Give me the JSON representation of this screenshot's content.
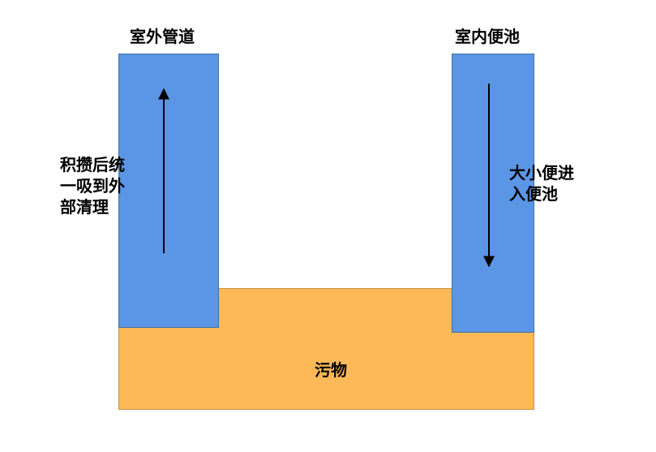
{
  "labels": {
    "outdoor_pipe": "室外管道",
    "indoor_tank": "室内便池",
    "waste": "污物",
    "left_note_lines": [
      "积攒后统",
      "一吸到外",
      "部清理"
    ],
    "right_note_lines": [
      "大小便进",
      "入便池"
    ]
  },
  "colors": {
    "pipe_fill": "#5b95e5",
    "pipe_stroke": "#41719c",
    "waste_fill": "#fdb857",
    "waste_stroke": "#c69244",
    "arrow": "#000000"
  }
}
